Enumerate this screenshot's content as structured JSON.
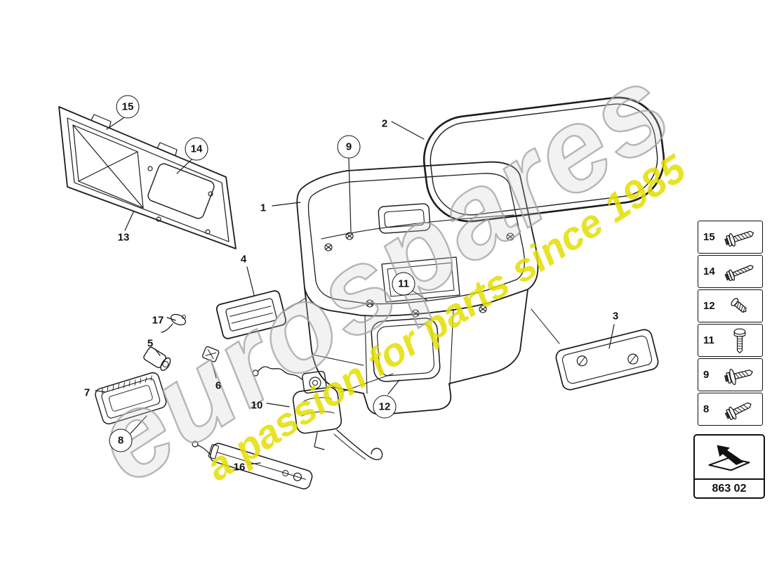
{
  "watermark": {
    "brand": "eurospares",
    "tagline": "a passion for parts since 1985"
  },
  "diagram": {
    "callouts": [
      {
        "label": "1",
        "circled": false
      },
      {
        "label": "2",
        "circled": false
      },
      {
        "label": "3",
        "circled": false
      },
      {
        "label": "4",
        "circled": false
      },
      {
        "label": "5",
        "circled": false
      },
      {
        "label": "6",
        "circled": false
      },
      {
        "label": "7",
        "circled": false
      },
      {
        "label": "8",
        "circled": true
      },
      {
        "label": "9",
        "circled": true
      },
      {
        "label": "10",
        "circled": false
      },
      {
        "label": "11",
        "circled": true
      },
      {
        "label": "12",
        "circled": true
      },
      {
        "label": "13",
        "circled": false
      },
      {
        "label": "14",
        "circled": true
      },
      {
        "label": "15",
        "circled": true
      },
      {
        "label": "16",
        "circled": false
      },
      {
        "label": "17",
        "circled": false
      }
    ]
  },
  "fastener_panel": {
    "items": [
      {
        "label": "15",
        "icon": "screw-with-washer-icon"
      },
      {
        "label": "14",
        "icon": "screw-with-washer-icon"
      },
      {
        "label": "12",
        "icon": "self-tapping-screw-icon"
      },
      {
        "label": "11",
        "icon": "bolt-icon"
      },
      {
        "label": "9",
        "icon": "screw-with-large-washer-icon"
      },
      {
        "label": "8",
        "icon": "screw-with-washer-icon"
      }
    ]
  },
  "footer_box": {
    "part_code": "863 02"
  }
}
